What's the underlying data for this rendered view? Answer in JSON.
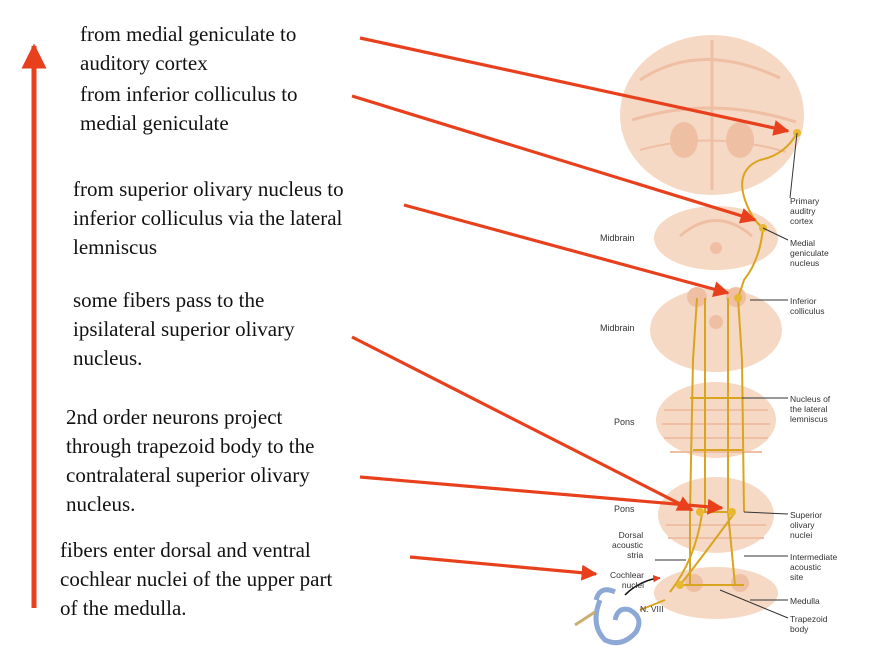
{
  "notes": {
    "n1": "from medial geniculate to\nauditory cortex",
    "n2": "from inferior colliculus to\nmedial geniculate",
    "n3": "from superior olivary nucleus to\ninferior colliculus via the lateral\nlemniscus",
    "n4": "some fibers pass to the\nipsilateral superior olivary\nnucleus.",
    "n5": "2nd order neurons project\nthrough trapezoid body to the\ncontralateral superior olivary\nnucleus.",
    "n6": "fibers enter dorsal and ventral\ncochlear nuclei of the upper part\nof the medulla."
  },
  "labels": {
    "primary_cortex": "Primary\nauditry\ncortex",
    "medial_geniculate": "Medial\ngeniculate\nnucleus",
    "inferior_colliculus": "Inferior\ncolliculus",
    "lateral_lemniscus": "Nucleus of\nthe lateral\nlemniscus",
    "superior_olivary": "Superior\nolivary\nnuclei",
    "intermediate_stria": "Intermediate\nacoustic\nsite",
    "medulla": "Medulla",
    "trapezoid": "Trapezoid\nbody",
    "dorsal_stria": "Dorsal\nacoustic\nstria",
    "cochlear_nuclei": "Cochlear\nnuclei",
    "nerve": "N. VIII"
  },
  "regions": {
    "midbrain_upper": "Midbrain",
    "midbrain_lower": "Midbrain",
    "pons_upper": "Pons",
    "pons_lower": "Pons"
  },
  "colors": {
    "arrow": "#e8401c",
    "tissue": "#f6d9c4",
    "tissue_dark": "#eebfa3",
    "pathway": "#d9a520",
    "ear": "#8ea8d6"
  }
}
